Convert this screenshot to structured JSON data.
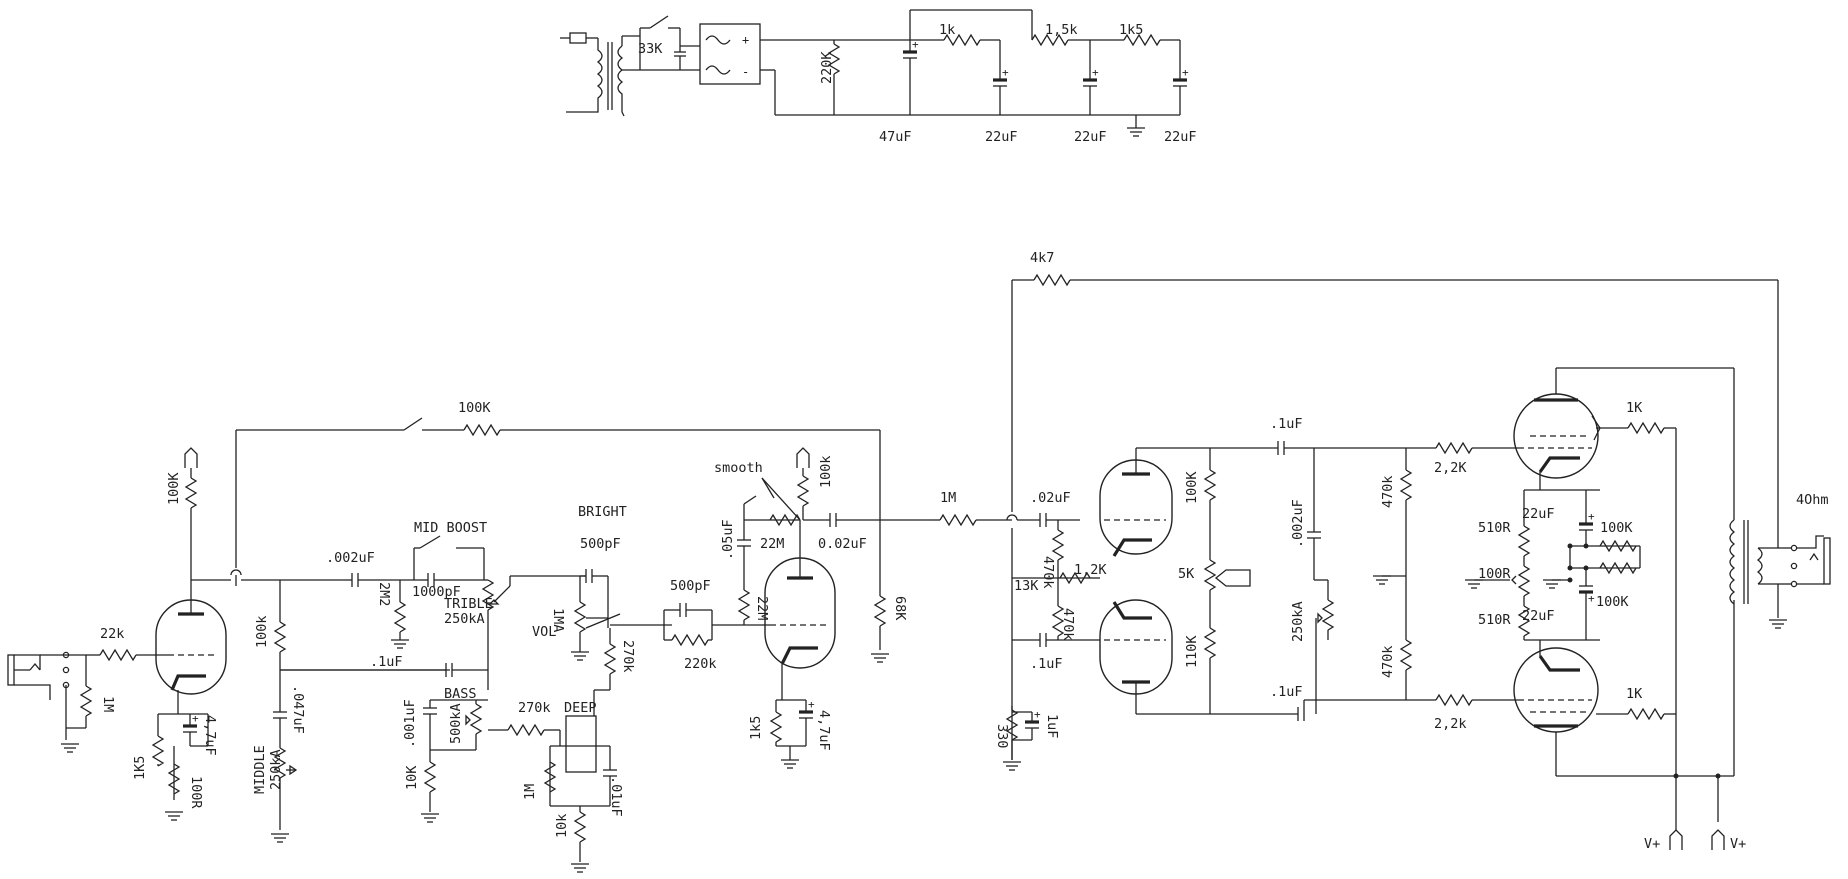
{
  "power_supply": {
    "labels": [
      "33K",
      "220K",
      "1k",
      "1,5k",
      "1k5",
      "47uF",
      "22uF",
      "22uF",
      "22uF"
    ]
  },
  "preamp": {
    "labels": [
      "22k",
      "1M",
      "100K",
      "1K5",
      "4,7uF",
      "100R",
      "100K",
      "100k",
      ".047uF",
      "MIDDLE",
      "250kA",
      ".002uF",
      "2M2",
      "MID BOOST",
      "1000pF",
      "TRIBLE",
      "250kA",
      ".1uF",
      ".001uF",
      "BASS",
      "500kA",
      "10K",
      "BRIGHT",
      "500pF",
      "1MA",
      "VOL",
      "270k",
      "270k",
      "DEEP",
      "1M",
      ".01uF",
      "10k",
      "500pF",
      "220k",
      "smooth",
      "100k",
      ".05uF",
      "22M",
      "22M",
      "0.02uF",
      "1k5",
      "4,7uF",
      "68K",
      "1M"
    ]
  },
  "power_amp": {
    "labels": [
      "4k7",
      ".02uF",
      "470k",
      "1,2K",
      "13K",
      "470k",
      ".1uF",
      "330",
      "1uF",
      "100K",
      "5K",
      "110K",
      ".1uF",
      ".002uF",
      "250kA",
      ".1uF",
      "470k",
      "470k",
      "2,2K",
      "2,2k",
      "510R",
      "100R",
      "510R",
      "22uF",
      "22uF",
      "100K",
      "100K",
      "1K",
      "1K",
      "4Ohm",
      "V+",
      "V+"
    ]
  }
}
